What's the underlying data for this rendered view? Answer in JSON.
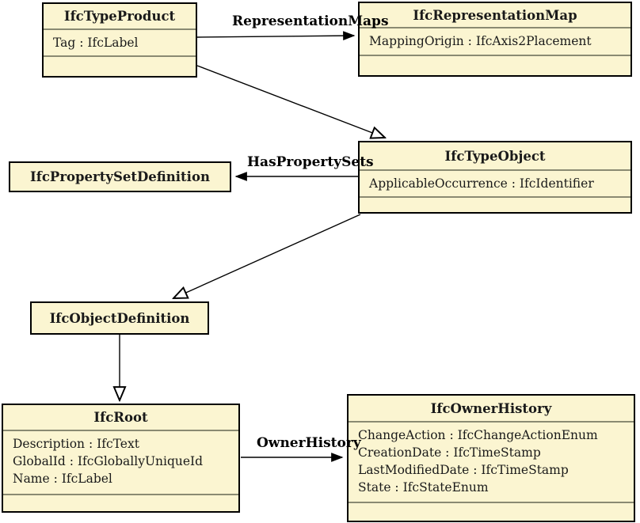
{
  "diagram": {
    "title": "IFC class diagram",
    "colors": {
      "box_fill": "#FBF5D1",
      "box_border": "#000000",
      "compartment_separator": "#8a8a72",
      "edge": "#000000",
      "background": "#ffffff"
    },
    "classes": [
      {
        "name": "IfcTypeProduct",
        "attributes": [
          "Tag : IfcLabel"
        ]
      },
      {
        "name": "IfcRepresentationMap",
        "attributes": [
          "MappingOrigin : IfcAxis2Placement"
        ]
      },
      {
        "name": "IfcTypeObject",
        "attributes": [
          "ApplicableOccurrence : IfcIdentifier"
        ]
      },
      {
        "name": "IfcPropertySetDefinition",
        "attributes": []
      },
      {
        "name": "IfcObjectDefinition",
        "attributes": []
      },
      {
        "name": "IfcRoot",
        "attributes": [
          "Description : IfcText",
          "GlobalId : IfcGloballyUniqueId",
          "Name : IfcLabel"
        ]
      },
      {
        "name": "IfcOwnerHistory",
        "attributes": [
          "ChangeAction : IfcChangeActionEnum",
          "CreationDate : IfcTimeStamp",
          "LastModifiedDate : IfcTimeStamp",
          "State : IfcStateEnum"
        ]
      }
    ],
    "edges": [
      {
        "from": "IfcTypeProduct",
        "to": "IfcRepresentationMap",
        "type": "association",
        "label": "RepresentationMaps"
      },
      {
        "from": "IfcTypeProduct",
        "to": "IfcTypeObject",
        "type": "inheritance",
        "label": ""
      },
      {
        "from": "IfcTypeObject",
        "to": "IfcPropertySetDefinition",
        "type": "association",
        "label": "HasPropertySets"
      },
      {
        "from": "IfcTypeObject",
        "to": "IfcObjectDefinition",
        "type": "inheritance",
        "label": ""
      },
      {
        "from": "IfcObjectDefinition",
        "to": "IfcRoot",
        "type": "inheritance",
        "label": ""
      },
      {
        "from": "IfcRoot",
        "to": "IfcOwnerHistory",
        "type": "association",
        "label": "OwnerHistory"
      }
    ]
  }
}
